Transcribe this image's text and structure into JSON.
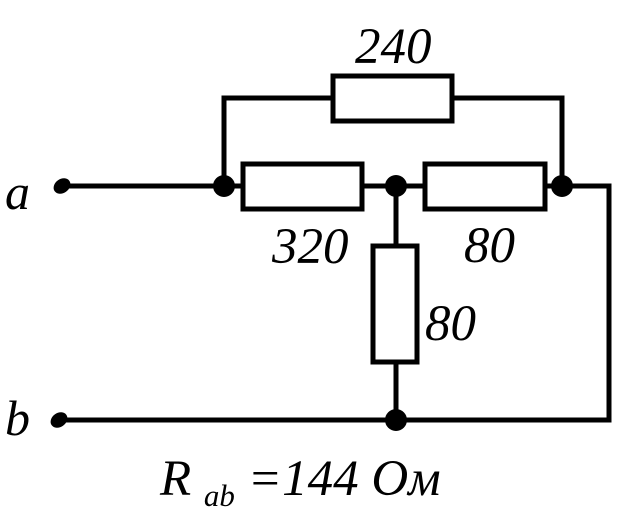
{
  "terminals": {
    "a": "a",
    "b": "b"
  },
  "resistors": {
    "top": "240",
    "left": "320",
    "right": "80",
    "vertical": "80"
  },
  "result": {
    "symbol": "R",
    "subscript": "ab",
    "equals_value": " =144 ",
    "unit": "Ом"
  }
}
